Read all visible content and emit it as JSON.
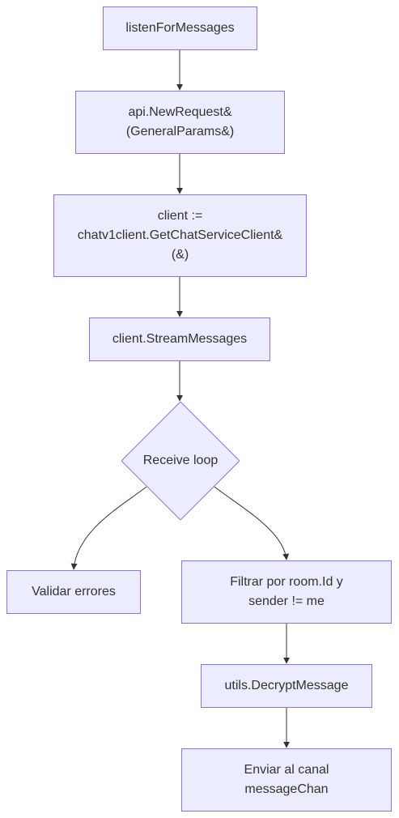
{
  "nodes": {
    "listen": "listenForMessages",
    "new_request": "api.NewRequest&\n(GeneralParams&)",
    "client": "client :=\nchatv1client.GetChatServiceClient&\n(&)",
    "stream": "client.StreamMessages",
    "receive_loop": "Receive loop",
    "validate": "Validar errores",
    "filter": "Filtrar por room.Id y\nsender != me",
    "decrypt": "utils.DecryptMessage",
    "send": "Enviar al canal\nmessageChan"
  },
  "edges": [
    {
      "from": "listen",
      "to": "new_request"
    },
    {
      "from": "new_request",
      "to": "client"
    },
    {
      "from": "client",
      "to": "stream"
    },
    {
      "from": "stream",
      "to": "receive_loop"
    },
    {
      "from": "receive_loop",
      "to": "validate"
    },
    {
      "from": "receive_loop",
      "to": "filter"
    },
    {
      "from": "filter",
      "to": "decrypt"
    },
    {
      "from": "decrypt",
      "to": "send"
    }
  ],
  "colors": {
    "node_fill": "#ECECFF",
    "node_border": "#9370DB",
    "text": "#333333",
    "edge": "#333333"
  }
}
